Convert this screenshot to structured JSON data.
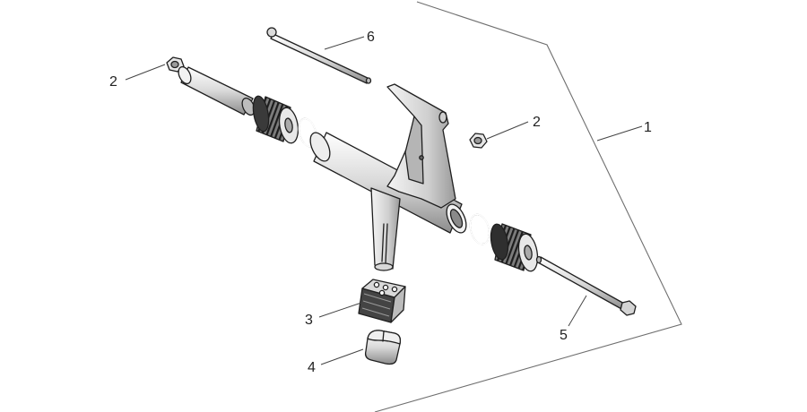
{
  "callouts": [
    {
      "id": "1",
      "label": "1"
    },
    {
      "id": "2a",
      "label": "2"
    },
    {
      "id": "2b",
      "label": "2"
    },
    {
      "id": "3",
      "label": "3"
    },
    {
      "id": "4",
      "label": "4"
    },
    {
      "id": "5",
      "label": "5"
    },
    {
      "id": "6",
      "label": "6"
    }
  ]
}
